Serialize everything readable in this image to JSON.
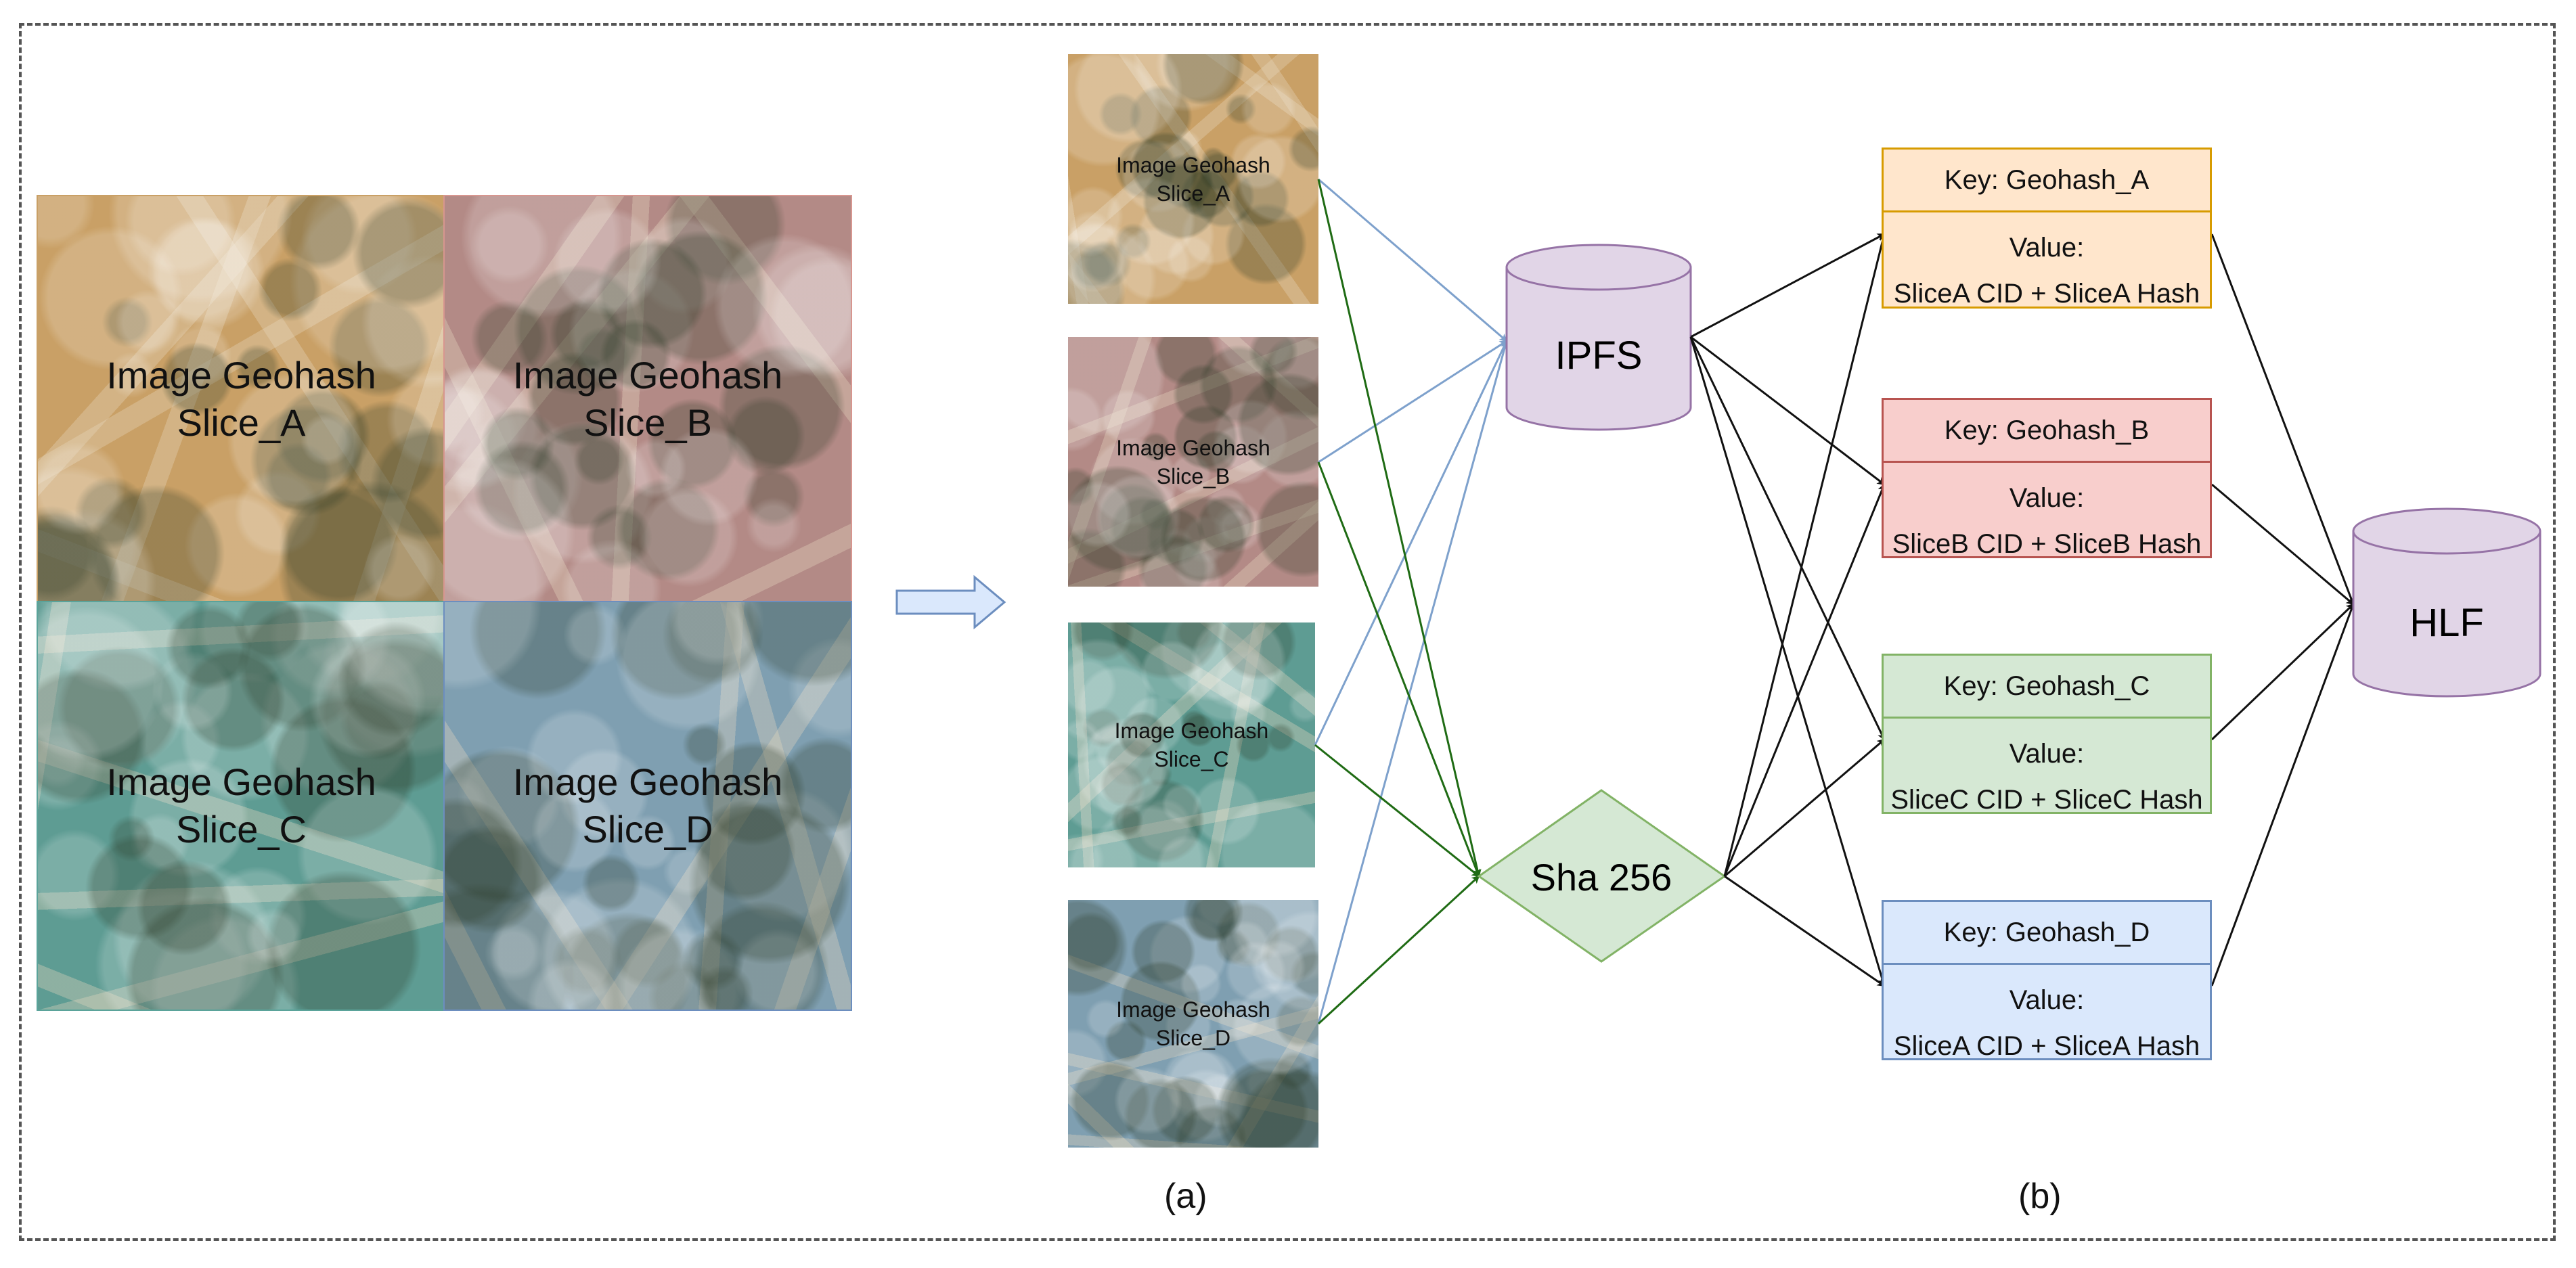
{
  "big_grid": {
    "slices": [
      {
        "line1": "Image Geohash",
        "line2": "Slice_A",
        "tint": "#c9a066"
      },
      {
        "line1": "Image Geohash",
        "line2": "Slice_B",
        "tint": "#b38a86"
      },
      {
        "line1": "Image Geohash",
        "line2": "Slice_C",
        "tint": "#5e9c93"
      },
      {
        "line1": "Image Geohash",
        "line2": "Slice_D",
        "tint": "#7f9fb1"
      }
    ]
  },
  "thumbnails": [
    {
      "line1": "Image Geohash",
      "line2": "Slice_A"
    },
    {
      "line1": "Image Geohash",
      "line2": "Slice_B"
    },
    {
      "line1": "Image Geohash",
      "line2": "Slice_C"
    },
    {
      "line1": "Image Geohash",
      "line2": "Slice_D"
    }
  ],
  "ipfs": {
    "label": "IPFS",
    "fill": "#e1d5e7",
    "stroke": "#9673a6"
  },
  "sha": {
    "label": "Sha 256",
    "fill": "#d5e8d4",
    "stroke": "#82b366"
  },
  "hlf": {
    "label": "HLF",
    "fill": "#e1d5e7",
    "stroke": "#9673a6"
  },
  "kv_boxes": [
    {
      "key": "Key: Geohash_A",
      "value_line1": "Value:",
      "value_line2": "SliceA CID + SliceA Hash",
      "fill": "#ffe6cc",
      "stroke": "#d79b00"
    },
    {
      "key": "Key: Geohash_B",
      "value_line1": "Value:",
      "value_line2": "SliceB CID + SliceB Hash",
      "fill": "#f8cecc",
      "stroke": "#b85450"
    },
    {
      "key": "Key: Geohash_C",
      "value_line1": "Value:",
      "value_line2": "SliceC CID + SliceC Hash",
      "fill": "#d5e8d4",
      "stroke": "#82b366"
    },
    {
      "key": "Key: Geohash_D",
      "value_line1": "Value:",
      "value_line2": "SliceA CID + SliceA Hash",
      "fill": "#dae8fc",
      "stroke": "#6c8ebf"
    }
  ],
  "captions": {
    "a": "(a)",
    "b": "(b)"
  },
  "colors": {
    "blue_edge": "#7ea1cc",
    "green_edge": "#1f6b14",
    "black_edge": "#111111",
    "arrow_fill": "#dae8fc",
    "arrow_stroke": "#6c8ebf"
  }
}
